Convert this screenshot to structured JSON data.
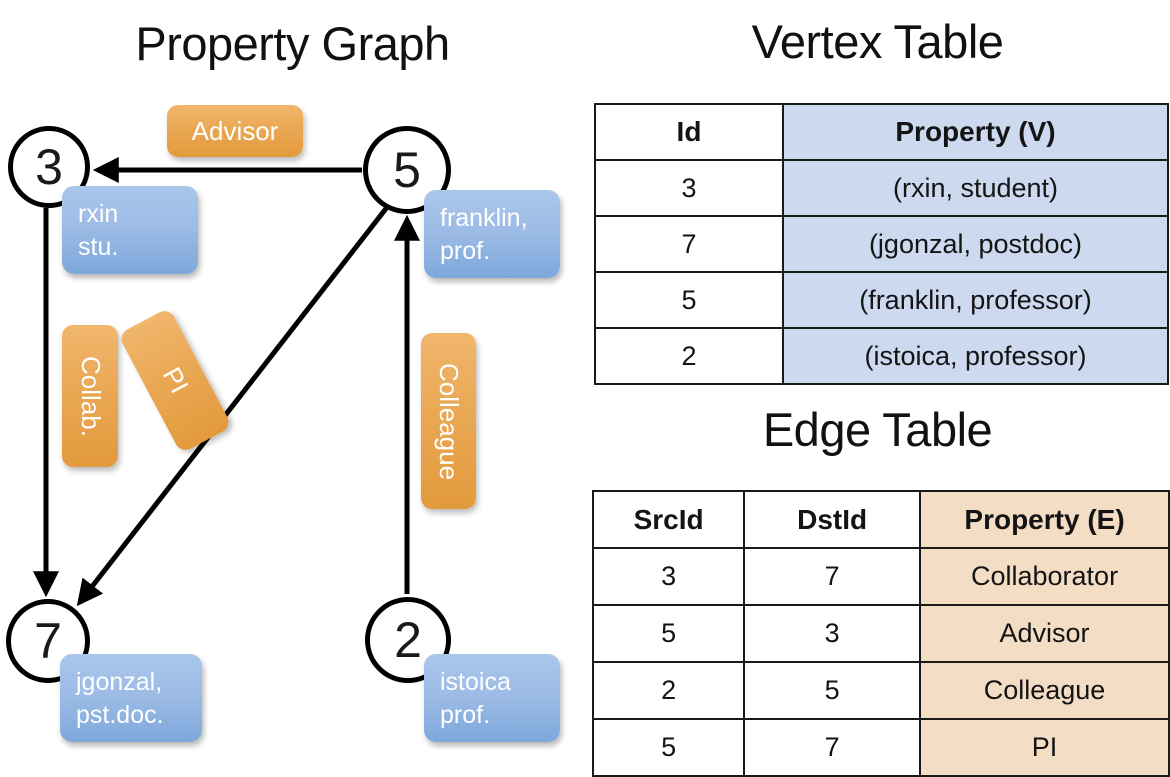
{
  "titles": {
    "property_graph": "Property Graph",
    "vertex_table": "Vertex Table",
    "edge_table": "Edge Table"
  },
  "colors": {
    "vertex_property_fill": "#ccd9ef",
    "edge_property_fill": "#f4ddc5",
    "badge_orange": "#eaa854",
    "node_blue": "#9dbce6",
    "stroke": "#1a1a1a",
    "background": "#ffffff"
  },
  "graph": {
    "nodes": [
      {
        "id": "3",
        "property_line1": "rxin",
        "property_line2": "stu."
      },
      {
        "id": "5",
        "property_line1": "franklin,",
        "property_line2": "prof."
      },
      {
        "id": "7",
        "property_line1": "jgonzal,",
        "property_line2": "pst.doc."
      },
      {
        "id": "2",
        "property_line1": "istoica",
        "property_line2": "prof."
      }
    ],
    "edge_badges": [
      {
        "label": "Advisor",
        "orientation": "horizontal"
      },
      {
        "label": "Collab.",
        "orientation": "vertical"
      },
      {
        "label": "PI",
        "orientation": "diagonal"
      },
      {
        "label": "Colleague",
        "orientation": "vertical"
      }
    ],
    "edges": [
      {
        "src": "3",
        "dst": "7",
        "label": "Collab."
      },
      {
        "src": "5",
        "dst": "3",
        "label": "Advisor"
      },
      {
        "src": "2",
        "dst": "5",
        "label": "Colleague"
      },
      {
        "src": "5",
        "dst": "7",
        "label": "PI"
      }
    ]
  },
  "vertex_table": {
    "headers": [
      "Id",
      "Property (V)"
    ],
    "rows": [
      {
        "id": "3",
        "property": "(rxin, student)"
      },
      {
        "id": "7",
        "property": "(jgonzal, postdoc)"
      },
      {
        "id": "5",
        "property": "(franklin, professor)"
      },
      {
        "id": "2",
        "property": "(istoica, professor)"
      }
    ]
  },
  "edge_table": {
    "headers": [
      "SrcId",
      "DstId",
      "Property (E)"
    ],
    "rows": [
      {
        "src": "3",
        "dst": "7",
        "property": "Collaborator"
      },
      {
        "src": "5",
        "dst": "3",
        "property": "Advisor"
      },
      {
        "src": "2",
        "dst": "5",
        "property": "Colleague"
      },
      {
        "src": "5",
        "dst": "7",
        "property": "PI"
      }
    ]
  }
}
